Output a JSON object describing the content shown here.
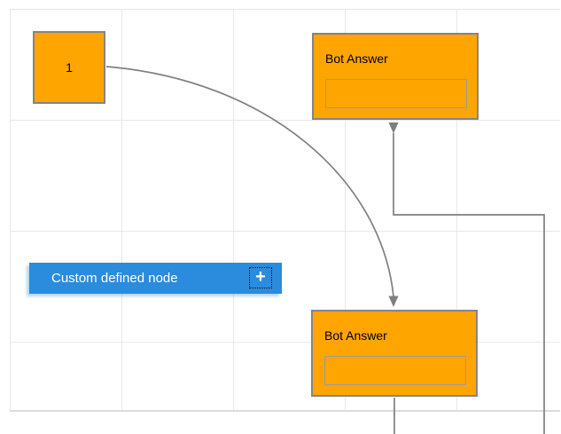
{
  "diagram": {
    "nodes": {
      "start": {
        "label": "1",
        "shape": "square",
        "fill": "#FFA500"
      },
      "bot_answer_top": {
        "title": "Bot Answer",
        "fill": "#FFA500",
        "has_text_box": true
      },
      "bot_answer_bottom": {
        "title": "Bot Answer",
        "fill": "#FFA500",
        "has_text_box": true
      },
      "custom": {
        "label": "Custom defined node",
        "fill": "#2B8BDC",
        "icon": "plus-icon",
        "plus_glyph": "+"
      }
    },
    "connections": [
      {
        "from": "start",
        "to": "bot_answer_bottom",
        "style": "curved",
        "arrow": "down"
      },
      {
        "from": "offscreen-bottom-right",
        "to": "bot_answer_top",
        "style": "orthogonal",
        "arrow": "up"
      },
      {
        "from": "bot_answer_bottom",
        "to": "offscreen-bottom",
        "style": "straight",
        "arrow": "none"
      }
    ]
  },
  "colors": {
    "node_orange": "#FFA500",
    "node_border_gray": "#848484",
    "custom_blue": "#2B8BDC",
    "connector_gray": "#7F7F7F",
    "grid_line": "#E8E8E8",
    "canvas_edge": "#DCDCDC",
    "title_text": "#000000",
    "custom_text": "#FFFFFF"
  }
}
